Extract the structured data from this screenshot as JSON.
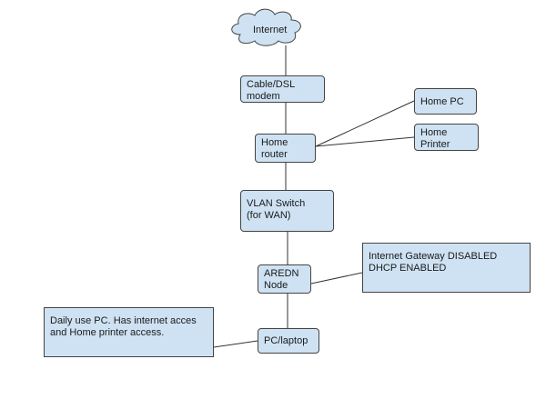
{
  "diagram": {
    "internet": "Internet",
    "modem": [
      "Cable/DSL",
      "modem"
    ],
    "router": [
      "Home",
      "router"
    ],
    "home_pc": "Home PC",
    "home_printer": [
      "Home",
      "Printer"
    ],
    "vlan_switch": [
      "VLAN Switch",
      "(for WAN)"
    ],
    "aredn_node": [
      "AREDN",
      "Node"
    ],
    "pc_laptop": "PC/laptop",
    "aredn_note": [
      "Internet Gateway DISABLED",
      "DHCP ENABLED"
    ],
    "pc_note": [
      "Daily use PC.  Has internet acces",
      "and Home printer access."
    ]
  }
}
